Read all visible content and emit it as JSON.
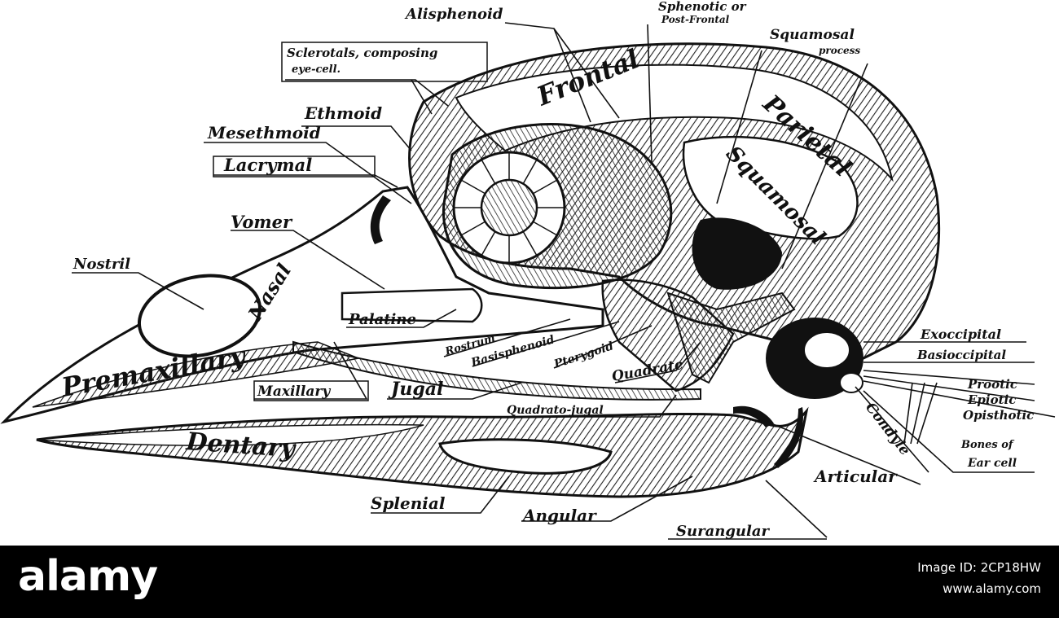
{
  "labels": {
    "alisphenoid": "Alisphenoid",
    "sphenotic": "Sphenotic or",
    "post_frontal": "Post-Frontal",
    "squamosal_process_1": "Squamosal",
    "squamosal_process_2": "process",
    "sclerotals_1": "Sclerotals, composing",
    "sclerotals_2": "eye-cell.",
    "ethmoid": "Ethmoid",
    "mesethmoid": "Mesethmoid",
    "lacrymal": "Lacrymal",
    "vomer": "Vomer",
    "nostril": "Nostril",
    "palatine": "Palatine",
    "rostrum": "Rostrum",
    "basisphenoid": "Basisphenoid",
    "pterygoid": "Pterygoid",
    "quadrate": "Quadrate",
    "jugal": "Jugal",
    "maxillary": "Maxillary",
    "quadrato_jugal": "Quadrato-jugal",
    "exoccipital": "Exoccipital",
    "basioccipital": "Basioccipital",
    "prootic": "Prootic",
    "epiotic": "Epiotic",
    "opisthotic": "Opisthotic",
    "bones_of_ear_1": "Bones of",
    "bones_of_ear_2": "Ear cell",
    "condyle": "Condyle",
    "articular": "Articular",
    "splenial": "Splenial",
    "angular": "Angular",
    "surangular": "Surangular"
  },
  "bone_names": {
    "frontal": "Frontal",
    "parietal": "Parietal",
    "squamosal": "Squamosal",
    "nasal": "Nasal",
    "premaxillary": "Premaxillary",
    "dentary": "Dentary"
  },
  "footer": {
    "wordmark": "alamy",
    "image_id": "Image ID: 2CP18HW",
    "url": "www.alamy.com"
  }
}
